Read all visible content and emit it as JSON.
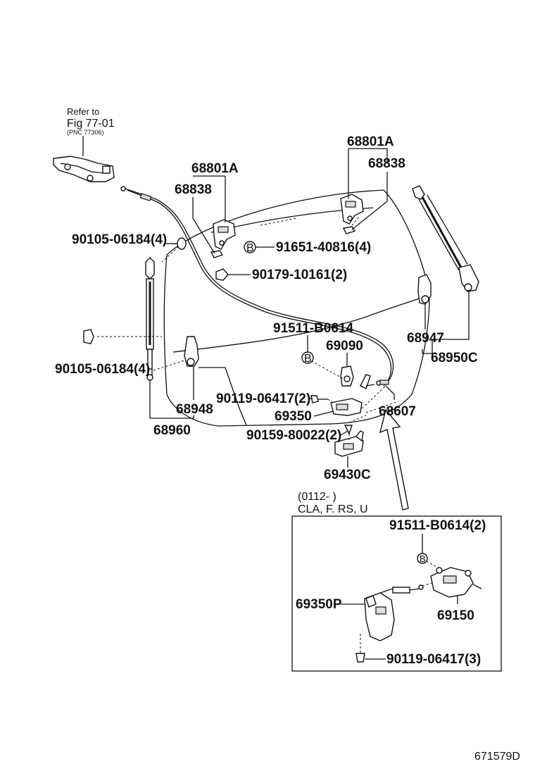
{
  "refer": {
    "line1": "Refer to",
    "line2": "Fig 77-01",
    "line3": "(PNC 77306)"
  },
  "labels": {
    "p68801A_top": "68801A",
    "p68838_top": "68838",
    "p68801A_left": "68801A",
    "p68838_left": "68838",
    "p90105_upper": "90105-06184(4)",
    "p91651": "91651-40816(4)",
    "p90179": "90179-10161(2)",
    "p91511": "91511-B0614",
    "p69090": "69090",
    "p90105_lower": "90105-06184(4)",
    "p68947": "68947",
    "p68950C": "68950C",
    "p90119": "90119-06417(2)",
    "p69350": "69350",
    "p68607": "68607",
    "p68948": "68948",
    "p68960": "68960",
    "p90159": "90159-80022(2)",
    "p69430C": "69430C"
  },
  "badges": {
    "b1": "B",
    "b2": "B",
    "b3": "B"
  },
  "inset": {
    "cond1": "(0112-        )",
    "cond2": "CLA, F. RS, U",
    "p91511": "91511-B0614(2)",
    "p69350P": "69350P",
    "p69150": "69150",
    "p90119": "90119-06417(3)"
  },
  "footer": {
    "code": "671579D"
  }
}
